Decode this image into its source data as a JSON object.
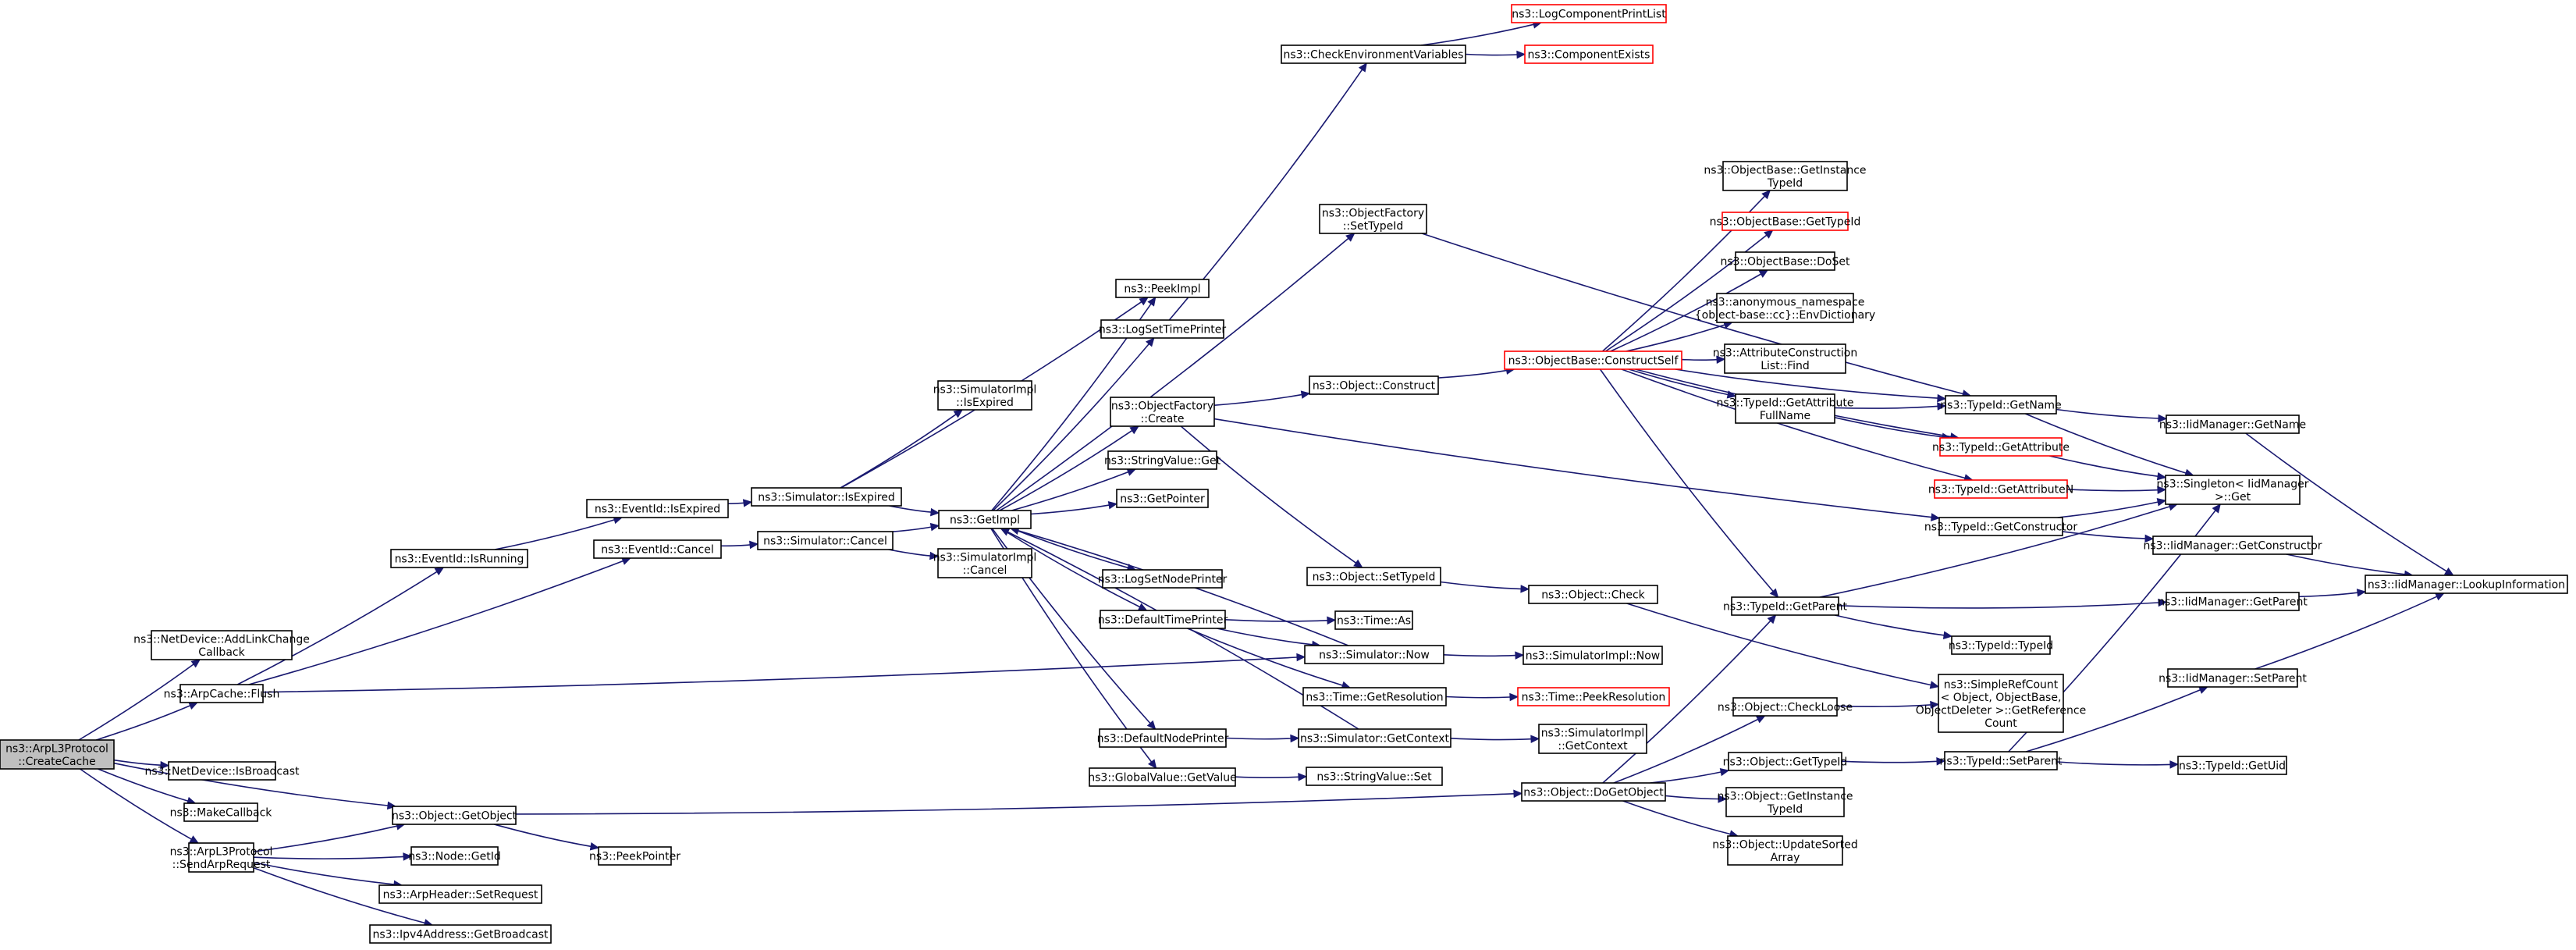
{
  "graph": {
    "title": "",
    "colors": {
      "edge": "#191970",
      "truncated_border": "#ff0000",
      "normal_border": "#000000",
      "root_fill": "#bfbfbf",
      "node_fill": "#ffffff"
    },
    "nodes": [
      {
        "id": "createcache",
        "lines": [
          "ns3::ArpL3Protocol",
          "::CreateCache"
        ],
        "style": "root"
      },
      {
        "id": "addlinkchange",
        "lines": [
          "ns3::NetDevice::AddLinkChange",
          "Callback"
        ]
      },
      {
        "id": "flush",
        "lines": [
          "ns3::ArpCache::Flush"
        ]
      },
      {
        "id": "isbroadcast",
        "lines": [
          "ns3::NetDevice::IsBroadcast"
        ]
      },
      {
        "id": "makecallback",
        "lines": [
          "ns3::MakeCallback"
        ]
      },
      {
        "id": "sendarp",
        "lines": [
          "ns3::ArpL3Protocol",
          "::SendArpRequest"
        ]
      },
      {
        "id": "getobject",
        "lines": [
          "ns3::Object::GetObject"
        ]
      },
      {
        "id": "eventisrunning",
        "lines": [
          "ns3::EventId::IsRunning"
        ]
      },
      {
        "id": "eventcancel",
        "lines": [
          "ns3::EventId::Cancel"
        ]
      },
      {
        "id": "eventisexpired",
        "lines": [
          "ns3::EventId::IsExpired"
        ]
      },
      {
        "id": "simisexpired",
        "lines": [
          "ns3::Simulator::IsExpired"
        ]
      },
      {
        "id": "simcancel",
        "lines": [
          "ns3::Simulator::Cancel"
        ]
      },
      {
        "id": "simimplisexpired",
        "lines": [
          "ns3::SimulatorImpl",
          "::IsExpired"
        ]
      },
      {
        "id": "simimplcancel",
        "lines": [
          "ns3::SimulatorImpl",
          "::Cancel"
        ]
      },
      {
        "id": "getimpl",
        "lines": [
          "ns3::GetImpl"
        ]
      },
      {
        "id": "peekimpl",
        "lines": [
          "ns3::PeekImpl"
        ]
      },
      {
        "id": "logsettimeprinter",
        "lines": [
          "ns3::LogSetTimePrinter"
        ]
      },
      {
        "id": "objfactorycreate",
        "lines": [
          "ns3::ObjectFactory",
          "::Create"
        ]
      },
      {
        "id": "stringvalueget",
        "lines": [
          "ns3::StringValue::Get"
        ]
      },
      {
        "id": "getpointer",
        "lines": [
          "ns3::GetPointer"
        ]
      },
      {
        "id": "logsetnodeprinter",
        "lines": [
          "ns3::LogSetNodePrinter"
        ]
      },
      {
        "id": "defaulttimeprinter",
        "lines": [
          "ns3::DefaultTimePrinter"
        ]
      },
      {
        "id": "defaultnodeprinter",
        "lines": [
          "ns3::DefaultNodePrinter"
        ]
      },
      {
        "id": "globalvalueget",
        "lines": [
          "ns3::GlobalValue::GetValue"
        ]
      },
      {
        "id": "checkenv",
        "lines": [
          "ns3::CheckEnvironmentVariables"
        ]
      },
      {
        "id": "logcomponentprintlist",
        "lines": [
          "ns3::LogComponentPrintList"
        ],
        "style": "red"
      },
      {
        "id": "componentexists",
        "lines": [
          "ns3::ComponentExists"
        ],
        "style": "red"
      },
      {
        "id": "objfactorysettypeid",
        "lines": [
          "ns3::ObjectFactory",
          "::SetTypeId"
        ]
      },
      {
        "id": "objectconstruct",
        "lines": [
          "ns3::Object::Construct"
        ]
      },
      {
        "id": "objectsettypeid",
        "lines": [
          "ns3::Object::SetTypeId"
        ]
      },
      {
        "id": "timeas",
        "lines": [
          "ns3::Time::As"
        ]
      },
      {
        "id": "simnow",
        "lines": [
          "ns3::Simulator::Now"
        ]
      },
      {
        "id": "timegetresolution",
        "lines": [
          "ns3::Time::GetResolution"
        ]
      },
      {
        "id": "simgetcontext",
        "lines": [
          "ns3::Simulator::GetContext"
        ]
      },
      {
        "id": "stringvalueset",
        "lines": [
          "ns3::StringValue::Set"
        ]
      },
      {
        "id": "nodegetid",
        "lines": [
          "ns3::Node::GetId"
        ]
      },
      {
        "id": "arpheadersetrequest",
        "lines": [
          "ns3::ArpHeader::SetRequest"
        ]
      },
      {
        "id": "ipv4getbroadcast",
        "lines": [
          "ns3::Ipv4Address::GetBroadcast"
        ]
      },
      {
        "id": "peekpointer",
        "lines": [
          "ns3::PeekPointer"
        ]
      },
      {
        "id": "objectdogetobject",
        "lines": [
          "ns3::Object::DoGetObject"
        ]
      },
      {
        "id": "constructself",
        "lines": [
          "ns3::ObjectBase::ConstructSelf"
        ],
        "style": "red"
      },
      {
        "id": "objectcheck",
        "lines": [
          "ns3::Object::Check"
        ]
      },
      {
        "id": "simimplnow",
        "lines": [
          "ns3::SimulatorImpl::Now"
        ]
      },
      {
        "id": "timepeekresolution",
        "lines": [
          "ns3::Time::PeekResolution"
        ],
        "style": "red"
      },
      {
        "id": "simimplgetcontext",
        "lines": [
          "ns3::SimulatorImpl",
          "::GetContext"
        ]
      },
      {
        "id": "obgetinstancetypeid",
        "lines": [
          "ns3::ObjectBase::GetInstance",
          "TypeId"
        ]
      },
      {
        "id": "obgettypeid",
        "lines": [
          "ns3::ObjectBase::GetTypeId"
        ],
        "style": "red"
      },
      {
        "id": "obdoset",
        "lines": [
          "ns3::ObjectBase::DoSet"
        ]
      },
      {
        "id": "envdictionary",
        "lines": [
          "ns3::anonymous_namespace",
          "{object-base::cc}::EnvDictionary"
        ]
      },
      {
        "id": "attrconstructionfind",
        "lines": [
          "ns3::AttributeConstruction",
          "List::Find"
        ]
      },
      {
        "id": "typeidgetattrfullname",
        "lines": [
          "ns3::TypeId::GetAttribute",
          "FullName"
        ]
      },
      {
        "id": "typeidgetparent",
        "lines": [
          "ns3::TypeId::GetParent"
        ]
      },
      {
        "id": "objectcheckloose",
        "lines": [
          "ns3::Object::CheckLoose"
        ]
      },
      {
        "id": "objectgettypeid",
        "lines": [
          "ns3::Object::GetTypeId"
        ]
      },
      {
        "id": "objectgetinstancetypeid",
        "lines": [
          "ns3::Object::GetInstance",
          "TypeId"
        ]
      },
      {
        "id": "objectupdatesortedarray",
        "lines": [
          "ns3::Object::UpdateSorted",
          "Array"
        ]
      },
      {
        "id": "typeidgetname",
        "lines": [
          "ns3::TypeId::GetName"
        ]
      },
      {
        "id": "typeidgetattribute",
        "lines": [
          "ns3::TypeId::GetAttribute"
        ],
        "style": "red"
      },
      {
        "id": "typeidgetattributen",
        "lines": [
          "ns3::TypeId::GetAttributeN"
        ],
        "style": "red"
      },
      {
        "id": "typeidgetconstructor",
        "lines": [
          "ns3::TypeId::GetConstructor"
        ]
      },
      {
        "id": "typeidtypeid",
        "lines": [
          "ns3::TypeId::TypeId"
        ]
      },
      {
        "id": "simplerefcount",
        "lines": [
          "ns3::SimpleRefCount",
          "< Object, ObjectBase,",
          "ObjectDeleter >::GetReference",
          "Count"
        ]
      },
      {
        "id": "typeidsetparent",
        "lines": [
          "ns3::TypeId::SetParent"
        ]
      },
      {
        "id": "iidgetname",
        "lines": [
          "ns3::IidManager::GetName"
        ]
      },
      {
        "id": "singletonget",
        "lines": [
          "ns3::Singleton< IidManager",
          " >::Get"
        ]
      },
      {
        "id": "iidgetconstructor",
        "lines": [
          "ns3::IidManager::GetConstructor"
        ]
      },
      {
        "id": "iidgetparent",
        "lines": [
          "ns3::IidManager::GetParent"
        ]
      },
      {
        "id": "iidsetparent",
        "lines": [
          "ns3::IidManager::SetParent"
        ]
      },
      {
        "id": "typeidgetuid",
        "lines": [
          "ns3::TypeId::GetUid"
        ]
      },
      {
        "id": "iidlookupinformation",
        "lines": [
          "ns3::IidManager::LookupInformation"
        ]
      }
    ],
    "edges": [
      [
        "createcache",
        "addlinkchange"
      ],
      [
        "createcache",
        "flush"
      ],
      [
        "createcache",
        "isbroadcast"
      ],
      [
        "createcache",
        "makecallback"
      ],
      [
        "createcache",
        "sendarp"
      ],
      [
        "createcache",
        "getobject"
      ],
      [
        "flush",
        "eventisrunning"
      ],
      [
        "flush",
        "eventcancel"
      ],
      [
        "flush",
        "simnow"
      ],
      [
        "eventisrunning",
        "eventisexpired"
      ],
      [
        "eventisexpired",
        "simisexpired"
      ],
      [
        "eventcancel",
        "simcancel"
      ],
      [
        "simisexpired",
        "simimplisexpired"
      ],
      [
        "simisexpired",
        "getimpl"
      ],
      [
        "simisexpired",
        "peekimpl"
      ],
      [
        "simcancel",
        "getimpl"
      ],
      [
        "simcancel",
        "simimplcancel"
      ],
      [
        "getimpl",
        "peekimpl"
      ],
      [
        "getimpl",
        "logsettimeprinter"
      ],
      [
        "getimpl",
        "objfactorycreate"
      ],
      [
        "getimpl",
        "stringvalueget"
      ],
      [
        "getimpl",
        "getpointer"
      ],
      [
        "getimpl",
        "logsetnodeprinter"
      ],
      [
        "getimpl",
        "defaulttimeprinter"
      ],
      [
        "getimpl",
        "defaultnodeprinter"
      ],
      [
        "getimpl",
        "globalvalueget"
      ],
      [
        "getimpl",
        "objfactorysettypeid"
      ],
      [
        "logsettimeprinter",
        "checkenv"
      ],
      [
        "checkenv",
        "logcomponentprintlist"
      ],
      [
        "checkenv",
        "componentexists"
      ],
      [
        "objfactorysettypeid",
        "typeidgetname"
      ],
      [
        "objfactorycreate",
        "objectconstruct"
      ],
      [
        "objfactorycreate",
        "objectsettypeid"
      ],
      [
        "objfactorycreate",
        "typeidgetconstructor"
      ],
      [
        "defaulttimeprinter",
        "timeas"
      ],
      [
        "defaulttimeprinter",
        "simnow"
      ],
      [
        "defaulttimeprinter",
        "timegetresolution"
      ],
      [
        "defaultnodeprinter",
        "simgetcontext"
      ],
      [
        "globalvalueget",
        "stringvalueset"
      ],
      [
        "simnow",
        "getimpl"
      ],
      [
        "simnow",
        "simimplnow"
      ],
      [
        "simgetcontext",
        "getimpl"
      ],
      [
        "simgetcontext",
        "simimplgetcontext"
      ],
      [
        "timegetresolution",
        "timepeekresolution"
      ],
      [
        "objectconstruct",
        "constructself"
      ],
      [
        "objectsettypeid",
        "objectcheck"
      ],
      [
        "objectcheck",
        "simplerefcount"
      ],
      [
        "sendarp",
        "getobject"
      ],
      [
        "sendarp",
        "nodegetid"
      ],
      [
        "sendarp",
        "arpheadersetrequest"
      ],
      [
        "sendarp",
        "ipv4getbroadcast"
      ],
      [
        "getobject",
        "peekpointer"
      ],
      [
        "getobject",
        "objectdogetobject"
      ],
      [
        "objectdogetobject",
        "typeidgetparent"
      ],
      [
        "objectdogetobject",
        "objectcheckloose"
      ],
      [
        "objectdogetobject",
        "objectgettypeid"
      ],
      [
        "objectdogetobject",
        "objectgetinstancetypeid"
      ],
      [
        "objectdogetobject",
        "objectupdatesortedarray"
      ],
      [
        "objectcheckloose",
        "simplerefcount"
      ],
      [
        "objectgettypeid",
        "typeidsetparent"
      ],
      [
        "constructself",
        "obgetinstancetypeid"
      ],
      [
        "constructself",
        "obgettypeid"
      ],
      [
        "constructself",
        "obdoset"
      ],
      [
        "constructself",
        "envdictionary"
      ],
      [
        "constructself",
        "attrconstructionfind"
      ],
      [
        "constructself",
        "typeidgetattrfullname"
      ],
      [
        "constructself",
        "typeidgetparent"
      ],
      [
        "constructself",
        "typeidgetname"
      ],
      [
        "constructself",
        "typeidgetattribute"
      ],
      [
        "constructself",
        "typeidgetattributen"
      ],
      [
        "typeidgetattrfullname",
        "typeidgetname"
      ],
      [
        "typeidgetattrfullname",
        "typeidgetattribute"
      ],
      [
        "typeidgetname",
        "iidgetname"
      ],
      [
        "typeidgetname",
        "singletonget"
      ],
      [
        "typeidgetattribute",
        "singletonget"
      ],
      [
        "typeidgetattributen",
        "singletonget"
      ],
      [
        "typeidgetconstructor",
        "singletonget"
      ],
      [
        "typeidgetconstructor",
        "iidgetconstructor"
      ],
      [
        "typeidgetparent",
        "singletonget"
      ],
      [
        "typeidgetparent",
        "iidgetparent"
      ],
      [
        "typeidgetparent",
        "typeidtypeid"
      ],
      [
        "typeidsetparent",
        "singletonget"
      ],
      [
        "typeidsetparent",
        "iidsetparent"
      ],
      [
        "typeidsetparent",
        "typeidgetuid"
      ],
      [
        "iidgetname",
        "iidlookupinformation"
      ],
      [
        "iidgetconstructor",
        "iidlookupinformation"
      ],
      [
        "iidgetparent",
        "iidlookupinformation"
      ],
      [
        "iidsetparent",
        "iidlookupinformation"
      ]
    ]
  }
}
